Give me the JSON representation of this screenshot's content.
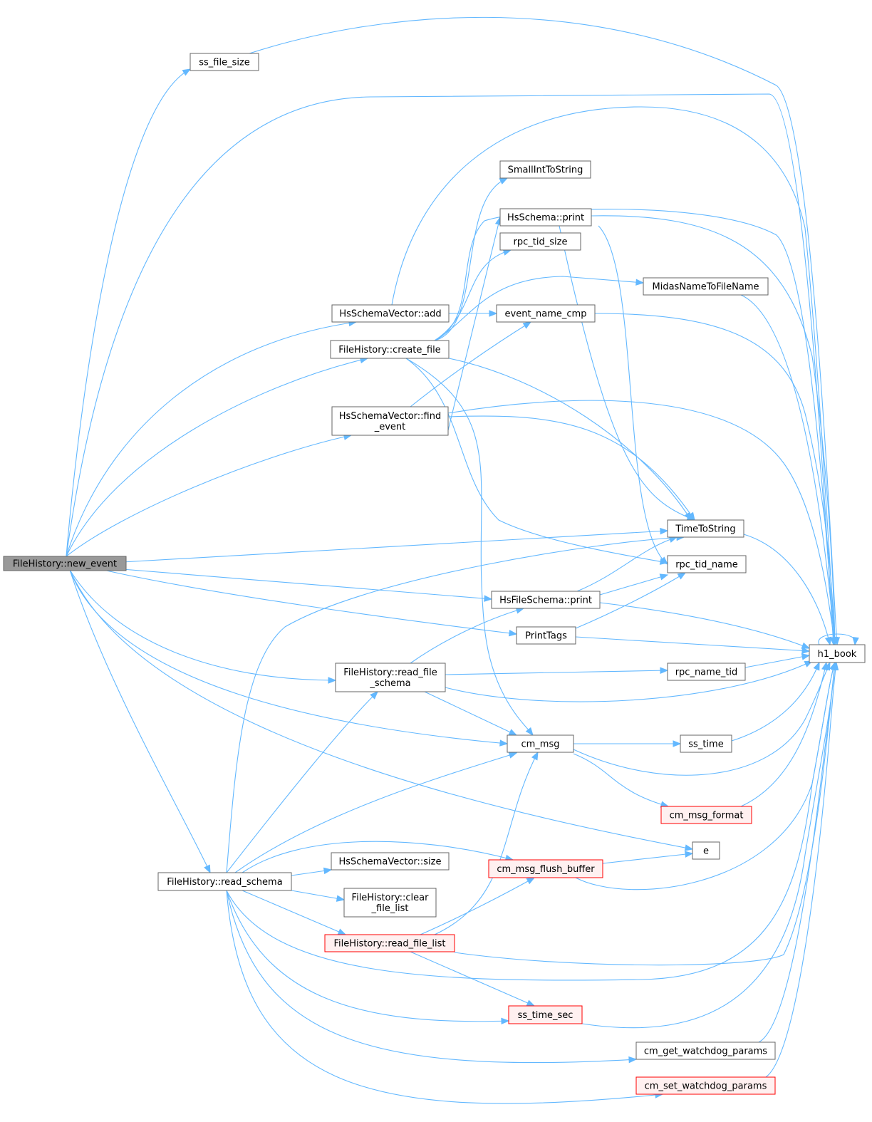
{
  "colors": {
    "edge": "#63b8ff",
    "node_border": "#666666",
    "node_fill": "#ffffff",
    "root_fill": "#999999",
    "root_border": "#666666",
    "highlight_border": "#ff0000",
    "highlight_fill": "#fff0f0"
  },
  "nodes": {
    "new_event": {
      "label": "FileHistory::new_event",
      "style": "root"
    },
    "ss_file_size": {
      "label": "ss_file_size",
      "style": "normal"
    },
    "h1_book": {
      "label": "h1_book",
      "style": "normal"
    },
    "schemavector_add": {
      "label": "HsSchemaVector::add",
      "style": "normal"
    },
    "create_file": {
      "label": "FileHistory::create_file",
      "style": "normal"
    },
    "find_event": {
      "label": [
        "HsSchemaVector::find",
        "_event"
      ],
      "style": "normal"
    },
    "small_int_to_string": {
      "label": "SmallIntToString",
      "style": "normal"
    },
    "rpc_tid_size": {
      "label": "rpc_tid_size",
      "style": "normal"
    },
    "midas_name_to_file_name": {
      "label": "MidasNameToFileName",
      "style": "normal"
    },
    "event_name_cmp": {
      "label": "event_name_cmp",
      "style": "normal"
    },
    "hsschema_print": {
      "label": "HsSchema::print",
      "style": "normal"
    },
    "time_to_string": {
      "label": "TimeToString",
      "style": "normal"
    },
    "rpc_tid_name": {
      "label": "rpc_tid_name",
      "style": "normal"
    },
    "hsfileschema_print": {
      "label": "HsFileSchema::print",
      "style": "normal"
    },
    "print_tags": {
      "label": "PrintTags",
      "style": "normal"
    },
    "read_file_schema": {
      "label": [
        "FileHistory::read_file",
        "_schema"
      ],
      "style": "normal"
    },
    "rpc_name_tid": {
      "label": "rpc_name_tid",
      "style": "normal"
    },
    "cm_msg": {
      "label": "cm_msg",
      "style": "normal"
    },
    "ss_time": {
      "label": "ss_time",
      "style": "normal"
    },
    "cm_msg_format": {
      "label": "cm_msg_format",
      "style": "highlight"
    },
    "e": {
      "label": "e",
      "style": "normal"
    },
    "read_schema": {
      "label": "FileHistory::read_schema",
      "style": "normal"
    },
    "schemavector_size": {
      "label": "HsSchemaVector::size",
      "style": "normal"
    },
    "cm_msg_flush_buffer": {
      "label": "cm_msg_flush_buffer",
      "style": "highlight"
    },
    "clear_file_list": {
      "label": [
        "FileHistory::clear",
        "_file_list"
      ],
      "style": "normal"
    },
    "read_file_list": {
      "label": "FileHistory::read_file_list",
      "style": "highlight"
    },
    "ss_time_sec": {
      "label": "ss_time_sec",
      "style": "highlight"
    },
    "cm_get_watchdog_params": {
      "label": "cm_get_watchdog_params",
      "style": "normal"
    },
    "cm_set_watchdog_params": {
      "label": "cm_set_watchdog_params",
      "style": "highlight"
    }
  },
  "edges": [
    [
      "new_event",
      "ss_file_size"
    ],
    [
      "new_event",
      "h1_book"
    ],
    [
      "new_event",
      "schemavector_add"
    ],
    [
      "new_event",
      "create_file"
    ],
    [
      "new_event",
      "find_event"
    ],
    [
      "new_event",
      "time_to_string"
    ],
    [
      "new_event",
      "hsfileschema_print"
    ],
    [
      "new_event",
      "print_tags"
    ],
    [
      "new_event",
      "read_file_schema"
    ],
    [
      "new_event",
      "cm_msg"
    ],
    [
      "new_event",
      "e"
    ],
    [
      "new_event",
      "read_schema"
    ],
    [
      "ss_file_size",
      "h1_book"
    ],
    [
      "schemavector_add",
      "h1_book"
    ],
    [
      "schemavector_add",
      "event_name_cmp"
    ],
    [
      "create_file",
      "small_int_to_string"
    ],
    [
      "create_file",
      "h1_book"
    ],
    [
      "create_file",
      "rpc_tid_size"
    ],
    [
      "create_file",
      "midas_name_to_file_name"
    ],
    [
      "create_file",
      "time_to_string"
    ],
    [
      "create_file",
      "rpc_tid_name"
    ],
    [
      "create_file",
      "cm_msg"
    ],
    [
      "find_event",
      "event_name_cmp"
    ],
    [
      "find_event",
      "h1_book"
    ],
    [
      "find_event",
      "time_to_string"
    ],
    [
      "find_event",
      "hsschema_print"
    ],
    [
      "midas_name_to_file_name",
      "h1_book"
    ],
    [
      "event_name_cmp",
      "h1_book"
    ],
    [
      "hsschema_print",
      "h1_book"
    ],
    [
      "hsschema_print",
      "time_to_string"
    ],
    [
      "hsschema_print",
      "rpc_tid_name"
    ],
    [
      "time_to_string",
      "h1_book"
    ],
    [
      "hsfileschema_print",
      "time_to_string"
    ],
    [
      "hsfileschema_print",
      "rpc_tid_name"
    ],
    [
      "hsfileschema_print",
      "h1_book"
    ],
    [
      "print_tags",
      "rpc_tid_name"
    ],
    [
      "print_tags",
      "h1_book"
    ],
    [
      "h1_book",
      "h1_book"
    ],
    [
      "read_file_schema",
      "hsfileschema_print"
    ],
    [
      "read_file_schema",
      "rpc_name_tid"
    ],
    [
      "read_file_schema",
      "h1_book"
    ],
    [
      "read_file_schema",
      "cm_msg"
    ],
    [
      "rpc_name_tid",
      "h1_book"
    ],
    [
      "cm_msg",
      "ss_time"
    ],
    [
      "cm_msg",
      "h1_book"
    ],
    [
      "cm_msg",
      "cm_msg_format"
    ],
    [
      "ss_time",
      "h1_book"
    ],
    [
      "cm_msg_format",
      "h1_book"
    ],
    [
      "read_schema",
      "time_to_string"
    ],
    [
      "read_schema",
      "read_file_schema"
    ],
    [
      "read_schema",
      "cm_msg"
    ],
    [
      "read_schema",
      "cm_msg_flush_buffer"
    ],
    [
      "read_schema",
      "schemavector_size"
    ],
    [
      "read_schema",
      "clear_file_list"
    ],
    [
      "read_schema",
      "read_file_list"
    ],
    [
      "read_schema",
      "h1_book"
    ],
    [
      "read_schema",
      "ss_time_sec"
    ],
    [
      "read_schema",
      "cm_get_watchdog_params"
    ],
    [
      "read_schema",
      "cm_set_watchdog_params"
    ],
    [
      "cm_msg_flush_buffer",
      "e"
    ],
    [
      "cm_msg_flush_buffer",
      "h1_book"
    ],
    [
      "read_file_list",
      "cm_msg"
    ],
    [
      "read_file_list",
      "cm_msg_flush_buffer"
    ],
    [
      "read_file_list",
      "h1_book"
    ],
    [
      "read_file_list",
      "ss_time_sec"
    ],
    [
      "ss_time_sec",
      "h1_book"
    ],
    [
      "cm_get_watchdog_params",
      "h1_book"
    ],
    [
      "cm_set_watchdog_params",
      "h1_book"
    ]
  ]
}
